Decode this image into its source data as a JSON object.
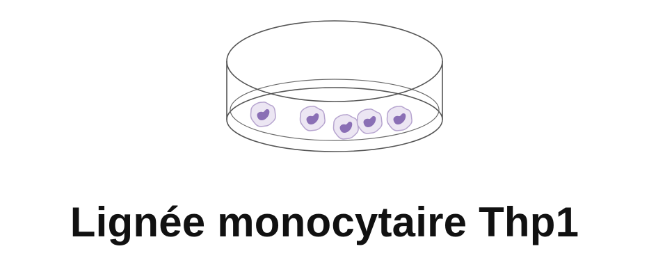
{
  "caption": "Lignée monocytaire Thp1",
  "colors": {
    "dish_outline": "#555555",
    "cell_body": "#ece6f3",
    "cell_outline": "#b6a4cf",
    "nucleus": "#8a6fb5",
    "text": "#111111"
  },
  "illustration": {
    "subject": "petri-dish",
    "cell_count": 5
  }
}
